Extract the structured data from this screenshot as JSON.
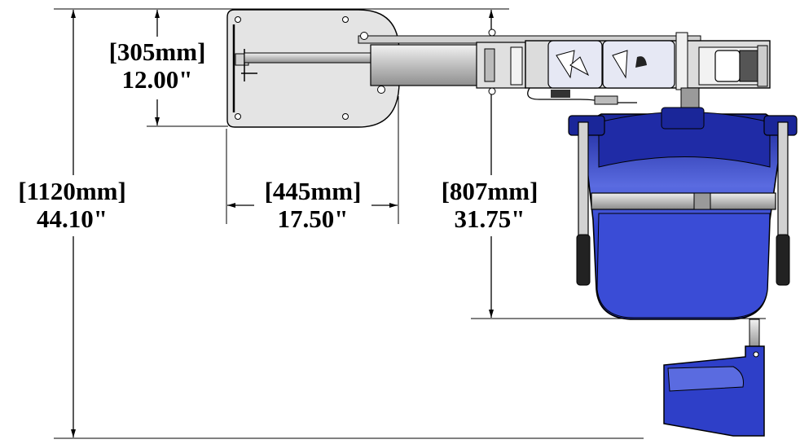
{
  "dimensions": {
    "overall_length": {
      "metric": "[1120mm]",
      "imperial": "44.10\""
    },
    "plate_height": {
      "metric": "[305mm]",
      "imperial": "12.00\""
    },
    "plate_width": {
      "metric": "[445mm]",
      "imperial": "17.50\""
    },
    "arm_to_tub": {
      "metric": "[807mm]",
      "imperial": "31.75\""
    }
  },
  "colors": {
    "line": "#000000",
    "plate_fill": "#e4e4e4",
    "frame_fill": "#dcdcdc",
    "tub_blue": "#2e3fc8",
    "tub_dark_blue": "#1a2699",
    "tub_light_blue": "#5a6be0",
    "handle_gray": "#c9c9c9"
  }
}
